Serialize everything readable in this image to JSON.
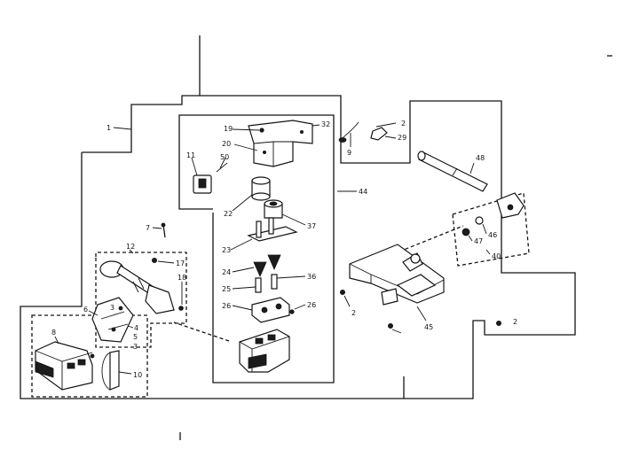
{
  "diagram": {
    "line_color": "#141414",
    "labels": [
      {
        "key": "l1",
        "text": "1"
      },
      {
        "key": "l2a",
        "text": "2"
      },
      {
        "key": "l29",
        "text": "29"
      },
      {
        "key": "l19",
        "text": "19"
      },
      {
        "key": "l32",
        "text": "32"
      },
      {
        "key": "l20",
        "text": "20"
      },
      {
        "key": "l11",
        "text": "11"
      },
      {
        "key": "l50",
        "text": "50"
      },
      {
        "key": "l9",
        "text": "9"
      },
      {
        "key": "l48",
        "text": "48"
      },
      {
        "key": "l44",
        "text": "44"
      },
      {
        "key": "l22",
        "text": "22"
      },
      {
        "key": "l37",
        "text": "37"
      },
      {
        "key": "l7",
        "text": "7"
      },
      {
        "key": "l12",
        "text": "12"
      },
      {
        "key": "l23",
        "text": "23"
      },
      {
        "key": "l17",
        "text": "17"
      },
      {
        "key": "l46",
        "text": "46"
      },
      {
        "key": "l47",
        "text": "47"
      },
      {
        "key": "l40",
        "text": "40"
      },
      {
        "key": "l24",
        "text": "24"
      },
      {
        "key": "l36",
        "text": "36"
      },
      {
        "key": "l18",
        "text": "18"
      },
      {
        "key": "l25",
        "text": "25"
      },
      {
        "key": "l26a",
        "text": "26"
      },
      {
        "key": "l26b",
        "text": "26"
      },
      {
        "key": "l2b",
        "text": "2"
      },
      {
        "key": "l6",
        "text": "6"
      },
      {
        "key": "l3a",
        "text": "3"
      },
      {
        "key": "l4",
        "text": "4"
      },
      {
        "key": "l5",
        "text": "5"
      },
      {
        "key": "l8",
        "text": "8"
      },
      {
        "key": "l3b",
        "text": "3"
      },
      {
        "key": "l45",
        "text": "45"
      },
      {
        "key": "l2c",
        "text": "2"
      },
      {
        "key": "l10",
        "text": "10"
      }
    ]
  }
}
